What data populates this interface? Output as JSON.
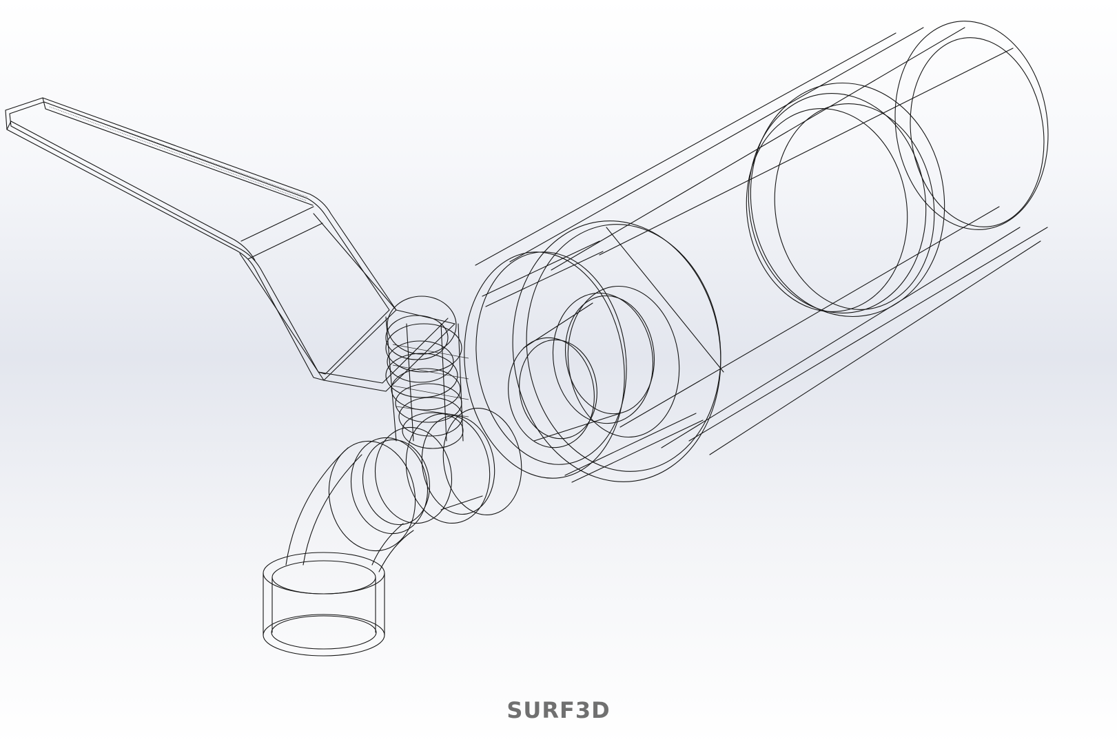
{
  "watermark": {
    "text": "SURF3D"
  },
  "model": {
    "parts": [
      {
        "name": "lever-handle"
      },
      {
        "name": "valve-stem"
      },
      {
        "name": "valve-body-cylinder"
      },
      {
        "name": "valve-body-flange"
      },
      {
        "name": "inner-seat-rings"
      },
      {
        "name": "elbow-outlet-pipe"
      },
      {
        "name": "end-collar"
      }
    ]
  }
}
